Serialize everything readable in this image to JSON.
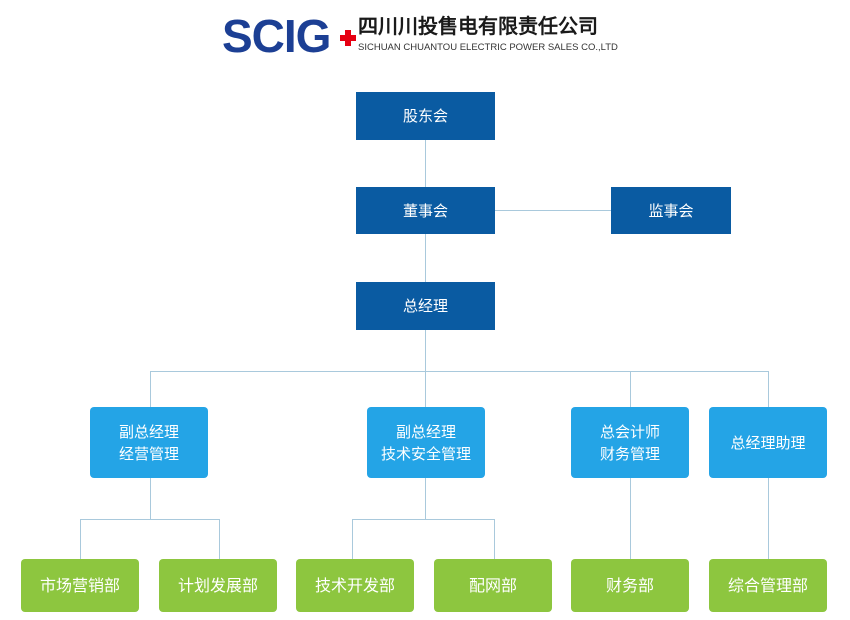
{
  "logo": {
    "brand": "SCIG",
    "company_cn": "四川川投售电有限责任公司",
    "company_en": "SICHUAN CHUANTOU ELECTRIC POWER SALES CO.,LTD",
    "colors": {
      "brand_blue": "#1c3f94",
      "brand_red": "#e60012"
    }
  },
  "nodes": {
    "shareholders": "股东会",
    "board": "董事会",
    "supervisors": "监事会",
    "gm": "总经理",
    "vp_business": [
      "副总经理",
      "经营管理"
    ],
    "vp_tech": [
      "副总经理",
      "技术安全管理"
    ],
    "cfo": [
      "总会计师",
      "财务管理"
    ],
    "gm_assistant": "总经理助理",
    "dept_marketing": "市场营销部",
    "dept_planning": "计划发展部",
    "dept_tech_dev": "技术开发部",
    "dept_distribution": "配网部",
    "dept_finance": "财务部",
    "dept_admin": "综合管理部"
  },
  "colors": {
    "top_level": "#0a5ba2",
    "mid_level": "#24a4e6",
    "department": "#8dc63f",
    "connector": "#a9c9dc"
  }
}
